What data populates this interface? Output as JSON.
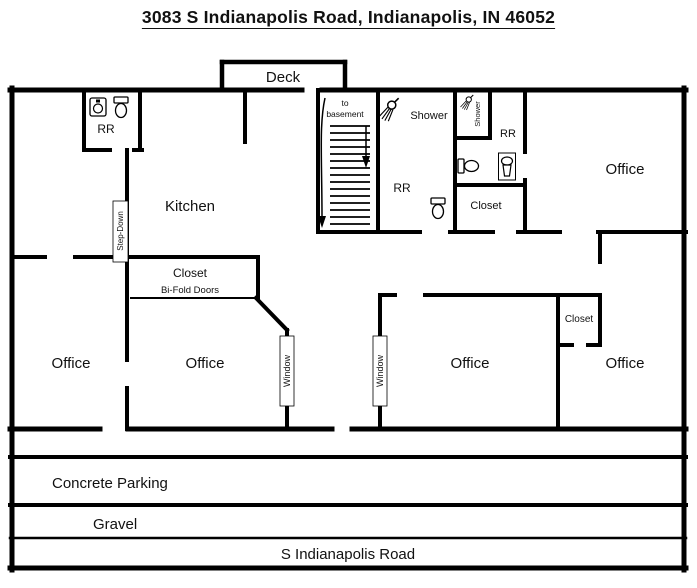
{
  "title": "3083 S Indianapolis Road, Indianapolis, IN 46052",
  "deck": {
    "label": "Deck"
  },
  "rooms": {
    "rr_top_left": "RR",
    "kitchen": "Kitchen",
    "step_down": "Step-Down",
    "stairs_line1": "to",
    "stairs_line2": "basement",
    "shower_mid": "Shower",
    "rr_mid": "RR",
    "shower_stall": "Shower",
    "rr_right": "RR",
    "closet_right": "Closet",
    "office_top_right": "Office",
    "closet_kitchen": "Closet",
    "bifold_doors": "Bi-Fold Doors",
    "office_left": "Office",
    "office_center_left": "Office",
    "window_left": "Window",
    "window_right": "Window",
    "office_center_right": "Office",
    "closet_bottom": "Closet",
    "office_bottom_right": "Office"
  },
  "site": {
    "concrete_parking": "Concrete Parking",
    "gravel": "Gravel",
    "road": "S Indianapolis Road"
  },
  "colors": {
    "wall": "#000000",
    "background": "#ffffff",
    "text": "#111111"
  }
}
